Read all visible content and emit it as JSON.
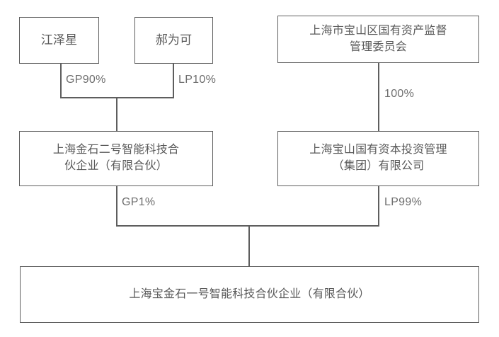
{
  "diagram": {
    "type": "org-ownership-chart",
    "nodes": [
      {
        "id": "jiangzexing",
        "label": "江泽星"
      },
      {
        "id": "haoweike",
        "label": "郝为可"
      },
      {
        "id": "sasac",
        "label": "上海市宝山区国有资产监督\n管理委员会"
      },
      {
        "id": "jinshi2",
        "label": "上海金石二号智能科技合\n伙企业（有限合伙）"
      },
      {
        "id": "baoshan",
        "label": "上海宝山国有资本投资管理\n（集团）有限公司"
      },
      {
        "id": "baojinshi1",
        "label": "上海宝金石一号智能科技合伙企业（有限合伙）"
      }
    ],
    "edges": [
      {
        "id": "gp90",
        "from": "jiangzexing",
        "to": "jinshi2",
        "label": "GP90%"
      },
      {
        "id": "lp10",
        "from": "haoweike",
        "to": "jinshi2",
        "label": "LP10%"
      },
      {
        "id": "pct100",
        "from": "sasac",
        "to": "baoshan",
        "label": "100%"
      },
      {
        "id": "gp1",
        "from": "jinshi2",
        "to": "baojinshi1",
        "label": "GP1%"
      },
      {
        "id": "lp99",
        "from": "baoshan",
        "to": "baojinshi1",
        "label": "LP99%"
      }
    ],
    "colors": {
      "background": "#ffffff",
      "box_border": "#5e5e5e",
      "box_text": "#595959",
      "line": "#5e5e5e",
      "edge_label_text": "#6e6e6e"
    }
  }
}
